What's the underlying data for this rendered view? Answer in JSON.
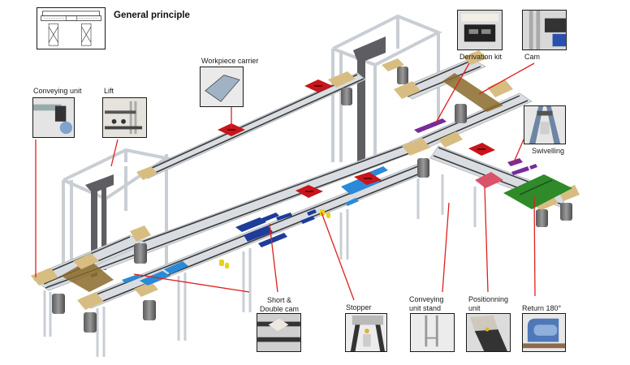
{
  "header": {
    "title": "General principle",
    "principle_icon": "conveyor-profile-cross-section-icon"
  },
  "callouts": [
    {
      "id": "conveying-unit",
      "label": "Conveying  unit",
      "thumbnail": "conveying-unit-photo"
    },
    {
      "id": "lift",
      "label": "Lift",
      "thumbnail": "lift-photo"
    },
    {
      "id": "workpiece-carrier",
      "label": "Workpiece carrier",
      "thumbnail": "workpiece-carrier-photo"
    },
    {
      "id": "derivation-kit",
      "label": "Derivation kit",
      "thumbnail": "derivation-kit-photo"
    },
    {
      "id": "cam",
      "label": "Cam",
      "thumbnail": "cam-photo"
    },
    {
      "id": "swivelling",
      "label": "Swivelling",
      "thumbnail": "swivelling-photo"
    },
    {
      "id": "short-double-cam",
      "label_line1": "Short  &",
      "label_line2": "Double cam",
      "thumbnail": "short-double-cam-photo"
    },
    {
      "id": "stopper",
      "label": "Stopper",
      "thumbnail": "stopper-photo"
    },
    {
      "id": "conveying-unit-stand",
      "label_line1": "Conveying",
      "label_line2": "unit stand",
      "thumbnail": "conveying-unit-stand-photo"
    },
    {
      "id": "positioning-unit",
      "label_line1": "Positionning",
      "label_line2": "unit",
      "thumbnail": "positioning-unit-photo"
    },
    {
      "id": "return-180",
      "label": "Return 180°",
      "thumbnail": "return-180-photo"
    }
  ],
  "colors": {
    "leader_line": "#e0201c",
    "rail_aluminium": "#d9dde2",
    "rail_belt": "#3a3a3a",
    "end_block": "#d8bd82",
    "workpiece_carrier": "#c8151b",
    "cam_blue": "#1e3c9a",
    "light_blue_pad": "#2a8ad8",
    "stopper_yellow": "#e8d21a",
    "derivation_purple": "#7a2a9a",
    "swivel_green": "#2f8a2a",
    "motor": "#6e6e6e"
  }
}
